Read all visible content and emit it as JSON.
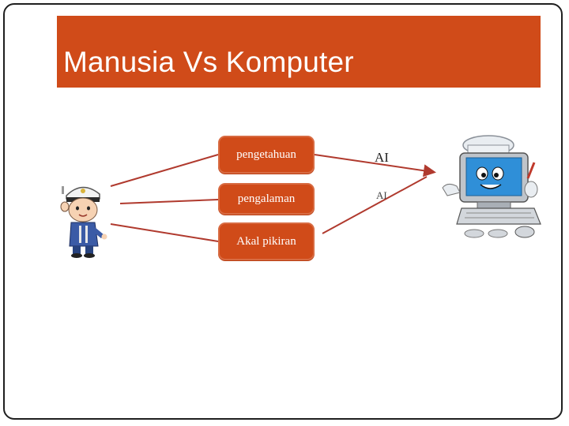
{
  "slide": {
    "title": "Manusia Vs Komputer"
  },
  "nodes": [
    {
      "label": "pengetahuan"
    },
    {
      "label": "pengalaman"
    },
    {
      "label": "Akal pikiran"
    }
  ],
  "outputs": [
    {
      "label": "AI"
    },
    {
      "label": "AI"
    }
  ],
  "illustrations": {
    "left": "police-cartoon-icon",
    "right": "computer-mascot-icon"
  },
  "colors": {
    "accent": "#d04b19",
    "connector": "#b03a2e"
  }
}
